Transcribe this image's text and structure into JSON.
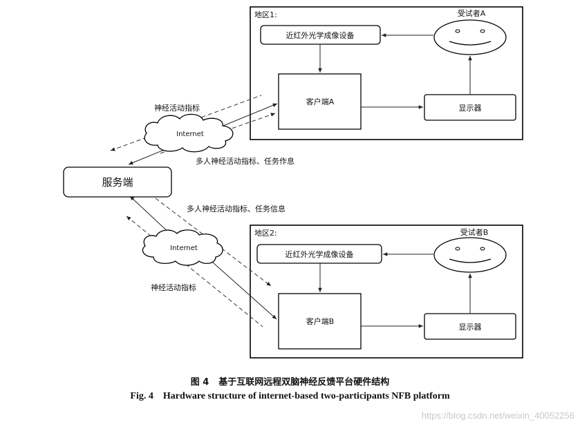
{
  "region1": {
    "label": "地区1:",
    "subject_label": "受试者A",
    "imaging_label": "近红外光学成像设备",
    "client_label": "客户端A",
    "display_label": "显示器"
  },
  "region2": {
    "label": "地区2:",
    "subject_label": "受试者B",
    "imaging_label": "近红外光学成像设备",
    "client_label": "客户端B",
    "display_label": "显示器"
  },
  "server": {
    "label": "服务端"
  },
  "cloud_top": {
    "label": "Internet"
  },
  "cloud_bottom": {
    "label": "Internet"
  },
  "annotations": {
    "top_neural": "神经活动指标",
    "top_multi": "多人神经活动指标、任务作息",
    "bottom_multi": "多人神经活动指标、任务信息",
    "bottom_neural": "神经活动指标"
  },
  "caption": {
    "cn_num": "图 4",
    "cn_text": "基于互联网远程双脑神经反馈平台硬件结构",
    "en_num": "Fig. 4",
    "en_text": "Hardware structure of internet-based two-participants NFB platform"
  },
  "watermark": "https://blog.csdn.net/weixin_40052256"
}
